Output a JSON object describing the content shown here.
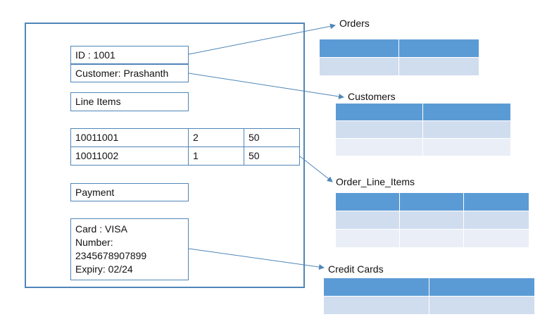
{
  "order": {
    "id_label": "ID : 1001",
    "customer_label": "Customer: Prashanth",
    "line_items_label": "Line Items",
    "line_items": [
      {
        "item": "10011001",
        "qty": "2",
        "price": "50"
      },
      {
        "item": "10011002",
        "qty": "1",
        "price": "50"
      }
    ],
    "payment_label": "Payment",
    "card_lines": [
      "Card : VISA",
      "Number:",
      "2345678907899",
      "Expiry: 02/24"
    ]
  },
  "tables": {
    "orders": "Orders",
    "customers": "Customers",
    "order_line_items": "Order_Line_Items",
    "credit_cards": "Credit Cards"
  },
  "colors": {
    "border": "#4f86b8",
    "table_header": "#5b9bd5",
    "table_row_1": "#d0ddef",
    "table_row_2": "#e9eef7"
  }
}
